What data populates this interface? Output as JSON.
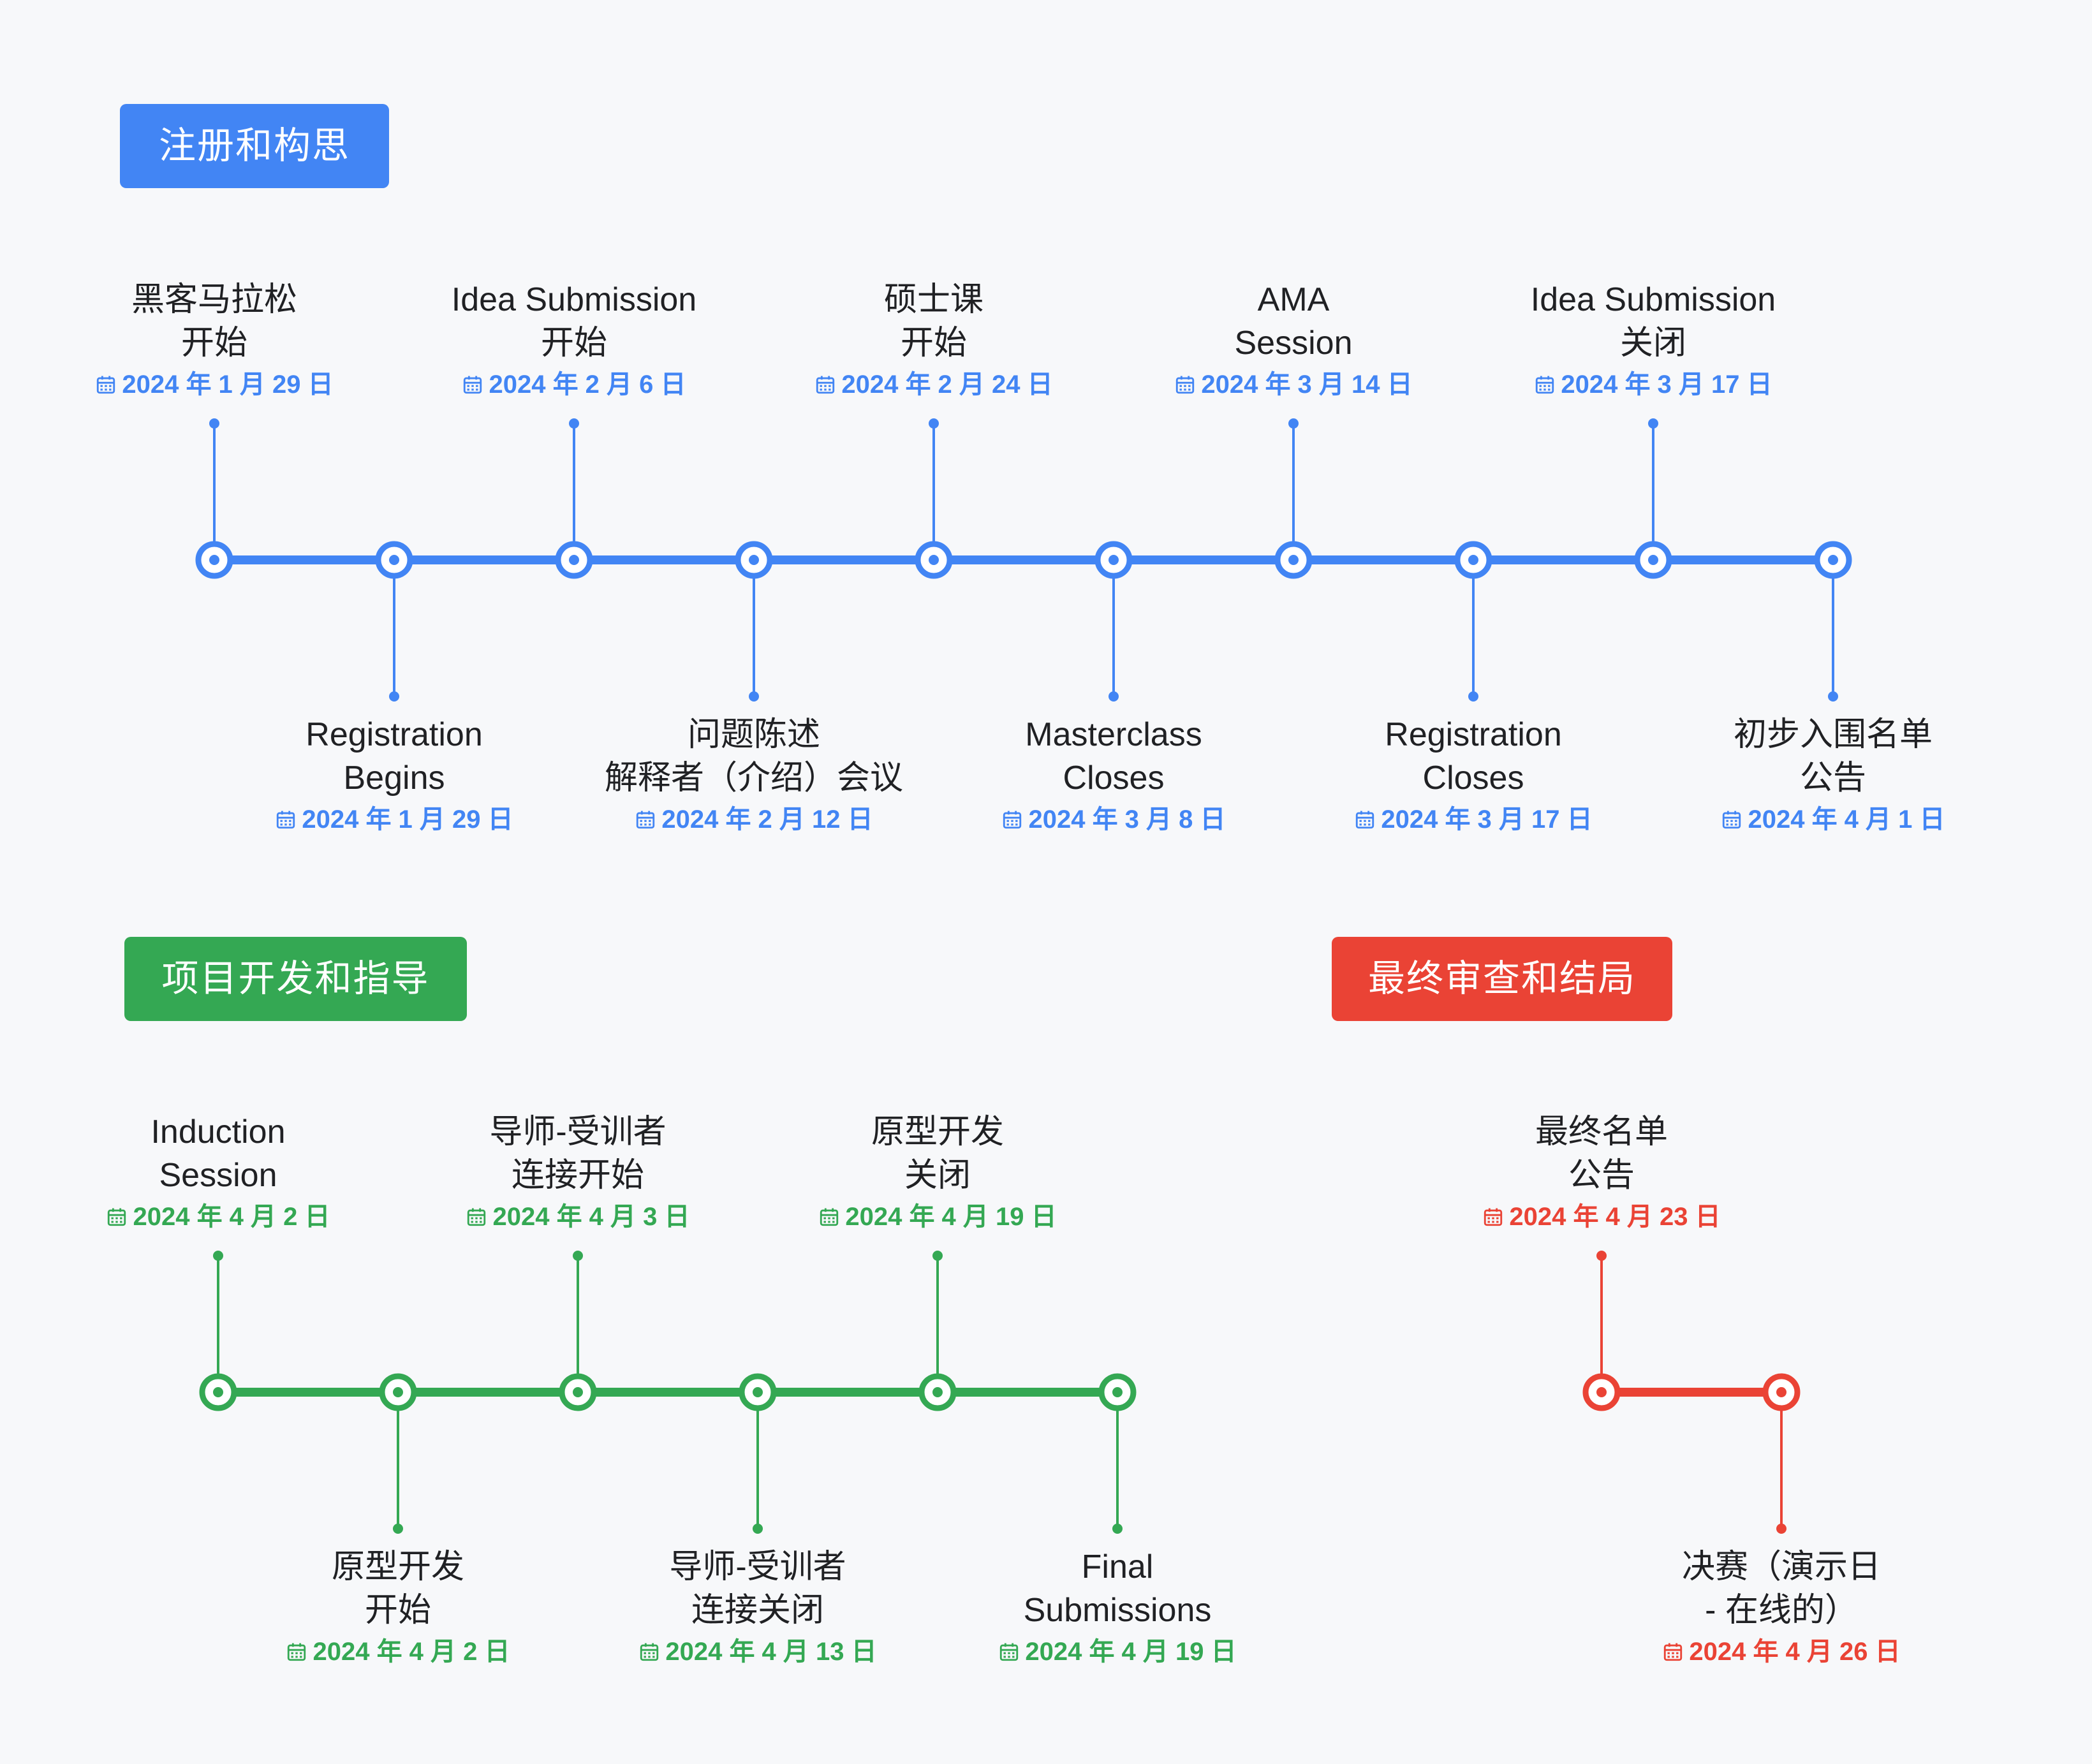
{
  "phases": [
    {
      "key": "registration",
      "label": "注册和构思",
      "color": "#4285f4",
      "events": [
        {
          "title": [
            "黑客马拉松",
            "开始"
          ],
          "date": "2024 年 1 月 29 日",
          "side": "above"
        },
        {
          "title": [
            "Registration",
            "Begins"
          ],
          "date": "2024 年 1 月 29 日",
          "side": "below"
        },
        {
          "title": [
            "Idea Submission",
            "开始"
          ],
          "date": "2024 年 2 月 6 日",
          "side": "above"
        },
        {
          "title": [
            "问题陈述",
            "解释者（介绍）会议"
          ],
          "date": "2024 年 2 月 12 日",
          "side": "below"
        },
        {
          "title": [
            "硕士课",
            "开始"
          ],
          "date": "2024 年 2 月 24 日",
          "side": "above"
        },
        {
          "title": [
            "Masterclass",
            "Closes"
          ],
          "date": "2024 年 3 月 8 日",
          "side": "below"
        },
        {
          "title": [
            "AMA",
            "Session"
          ],
          "date": "2024 年 3 月 14 日",
          "side": "above"
        },
        {
          "title": [
            "Registration",
            "Closes"
          ],
          "date": "2024 年 3 月 17 日",
          "side": "below"
        },
        {
          "title": [
            "Idea Submission",
            "关闭"
          ],
          "date": "2024 年 3 月 17 日",
          "side": "above"
        },
        {
          "title": [
            "初步入围名单",
            "公告"
          ],
          "date": "2024 年 4 月 1 日",
          "side": "below"
        }
      ]
    },
    {
      "key": "development",
      "label": "项目开发和指导",
      "color": "#34a853",
      "events": [
        {
          "title": [
            "Induction",
            "Session"
          ],
          "date": "2024 年 4 月 2 日",
          "side": "above"
        },
        {
          "title": [
            "原型开发",
            "开始"
          ],
          "date": "2024 年 4 月 2 日",
          "side": "below"
        },
        {
          "title": [
            "导师-受训者",
            "连接开始"
          ],
          "date": "2024 年 4 月 3 日",
          "side": "above"
        },
        {
          "title": [
            "导师-受训者",
            "连接关闭"
          ],
          "date": "2024 年 4 月 13 日",
          "side": "below"
        },
        {
          "title": [
            "原型开发",
            "关闭"
          ],
          "date": "2024 年 4 月 19 日",
          "side": "above"
        },
        {
          "title": [
            "Final",
            "Submissions"
          ],
          "date": "2024 年 4 月 19 日",
          "side": "below"
        }
      ]
    },
    {
      "key": "final",
      "label": "最终审查和结局",
      "color": "#ea4335",
      "events": [
        {
          "title": [
            "最终名单",
            "公告"
          ],
          "date": "2024 年 4 月 23 日",
          "side": "above"
        },
        {
          "title": [
            "决赛（演示日",
            "- 在线的）"
          ],
          "date": "2024 年 4 月 26 日",
          "side": "below"
        }
      ]
    }
  ]
}
